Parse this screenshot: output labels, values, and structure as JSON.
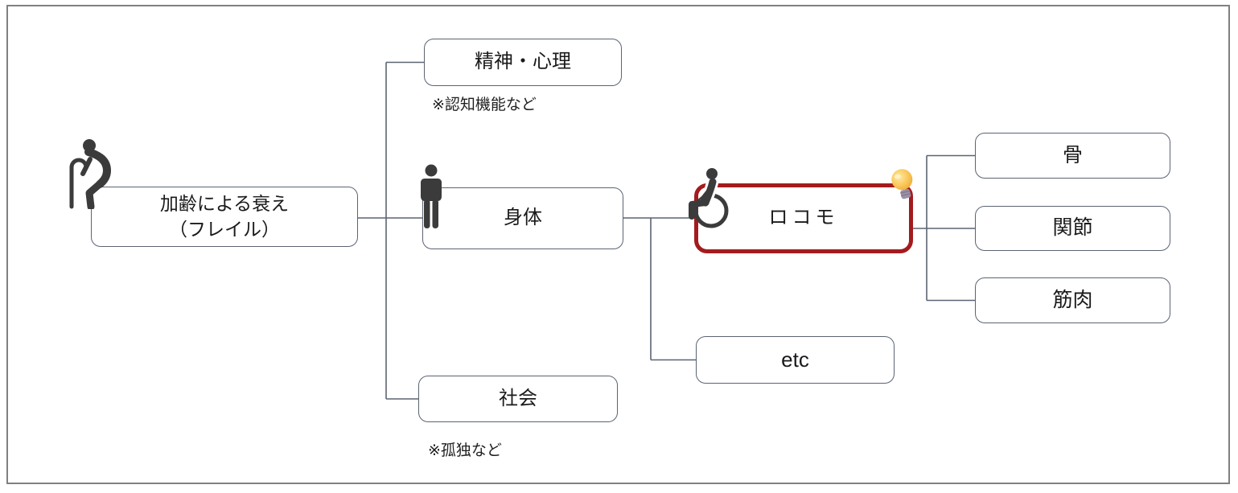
{
  "figure": {
    "title_hint": "frailty-factor-tree-diagram",
    "root": {
      "label_line1": "加齢による衰え",
      "label_line2": "（フレイル）"
    },
    "nodes": {
      "mental": {
        "label": "精神・心理"
      },
      "body": {
        "label": "身体"
      },
      "social": {
        "label": "社会"
      },
      "locomo": {
        "label": "ロコモ"
      },
      "etc": {
        "label": "etc"
      },
      "bone": {
        "label": "骨"
      },
      "joint": {
        "label": "関節"
      },
      "muscle": {
        "label": "筋肉"
      }
    },
    "notes": {
      "mental": "※認知機能など",
      "social": "※孤独など"
    },
    "icons": {
      "root": "elderly-person-with-cane-icon",
      "body": "standing-person-icon",
      "locomo": "wheelchair-user-icon",
      "locomo_marker": "lightbulb-icon"
    },
    "colors": {
      "connector_line": "#5B6472",
      "box_border": "#5B6472",
      "highlight_border": "#A31B1E",
      "icon_gray": "#3B3B3B",
      "bulb_yellow": "#F5B63C",
      "outer_frame": "#808080",
      "text": "#1A1A1A",
      "background": "#FFFFFF"
    }
  }
}
